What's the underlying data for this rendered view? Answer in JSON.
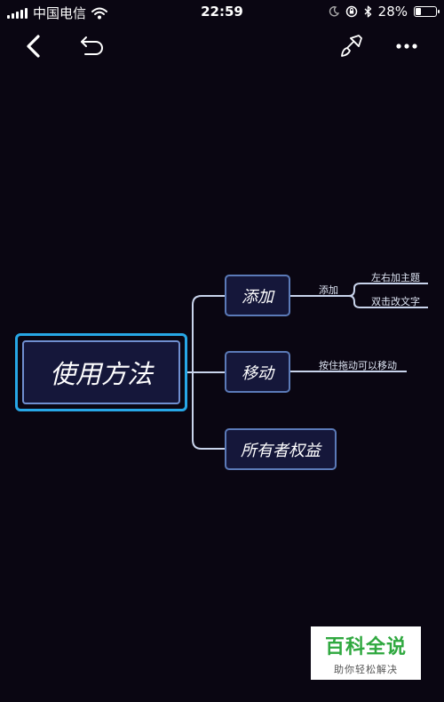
{
  "status_bar": {
    "carrier": "中国电信",
    "time": "22:59",
    "battery_percent": "28%",
    "battery_level": 0.28
  },
  "toolbar": {
    "back_icon": "chevron-left-icon",
    "undo_icon": "undo-icon",
    "style_icon": "paint-brush-icon",
    "more_icon": "more-icon"
  },
  "mindmap": {
    "root": "使用方法",
    "branches": [
      {
        "label": "添加",
        "note": "添加",
        "children": [
          "左右加主题",
          "双击改文字"
        ]
      },
      {
        "label": "移动",
        "note": "按住拖动可以移动",
        "children": []
      },
      {
        "label": "所有者权益",
        "note": "",
        "children": []
      }
    ]
  },
  "colors": {
    "background": "#0a0612",
    "node_fill": "#15173a",
    "node_border": "#5b7ab8",
    "root_highlight": "#27a7e6",
    "connector": "#c9d4ec"
  },
  "watermark": {
    "brand": "百科全说",
    "slogan": "助你轻松解决"
  }
}
